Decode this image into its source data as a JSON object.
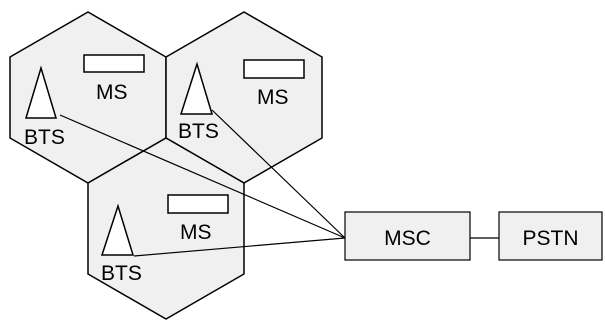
{
  "diagram": {
    "cells": [
      {
        "bts_label": "BTS",
        "ms_label": "MS"
      },
      {
        "bts_label": "BTS",
        "ms_label": "MS"
      },
      {
        "bts_label": "BTS",
        "ms_label": "MS"
      }
    ],
    "msc_label": "MSC",
    "pstn_label": "PSTN"
  },
  "colors": {
    "cell_fill": "#f0f0f0",
    "box_fill": "#f0f0f0",
    "stroke": "#000000"
  }
}
